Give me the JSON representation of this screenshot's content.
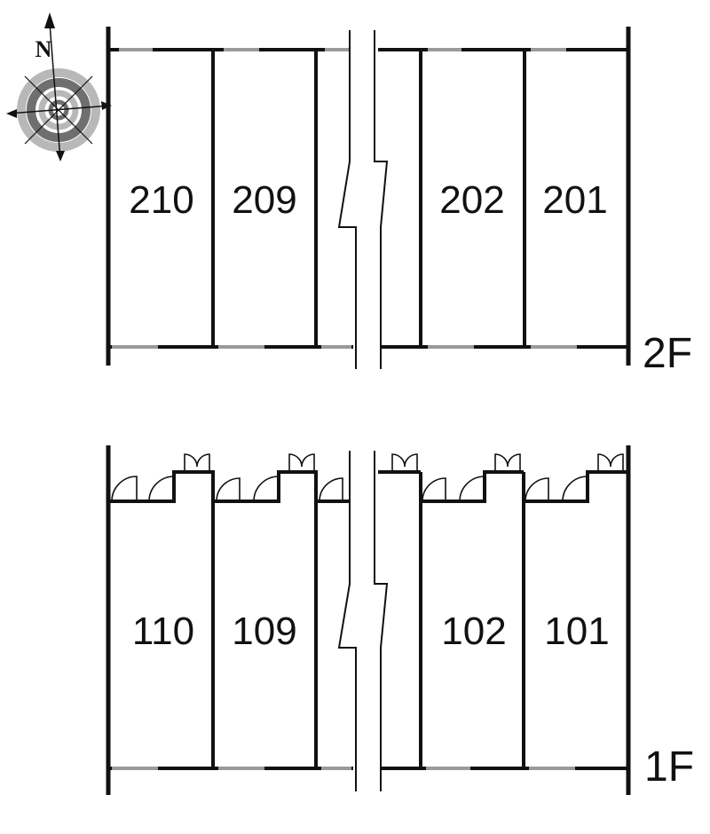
{
  "compass": {
    "north_label": "N"
  },
  "floors": [
    {
      "id": "2f",
      "label": "2F",
      "units": [
        "210",
        "209",
        "202",
        "201"
      ]
    },
    {
      "id": "1f",
      "label": "1F",
      "units": [
        "110",
        "109",
        "102",
        "101"
      ]
    }
  ],
  "colors": {
    "line": "#111111",
    "window": "#9a9a9a",
    "compass_dark": "#6f6f6f",
    "compass_light": "#b8b8b8"
  }
}
